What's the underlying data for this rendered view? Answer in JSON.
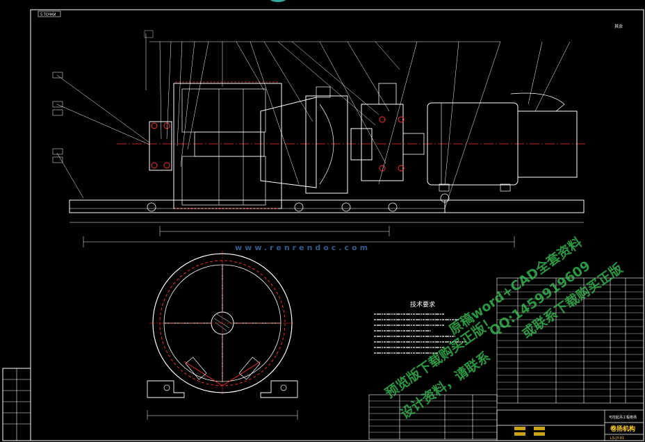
{
  "drawing": {
    "top_tag": "5 ТОЧКИ",
    "corner_note": "其余",
    "tech_title": "技术要求",
    "title_block_name": "卷扬机构",
    "title_block_sub": "可控起吊工程卷扬",
    "title_block_code": "LS-JY-01"
  },
  "watermark": {
    "site": "www.renrendoc.com",
    "line1": "预览版下载购买正版！",
    "line2": "原稿word+CAD全套资料",
    "line3": "QQ:1459919609",
    "line4": "或联系下载购买正版",
    "line5": "设计资料，请联系"
  },
  "colors": {
    "background": "#000000",
    "line": "#ffffff",
    "accent": "#ff3333",
    "watermark": "#3cc85a"
  }
}
